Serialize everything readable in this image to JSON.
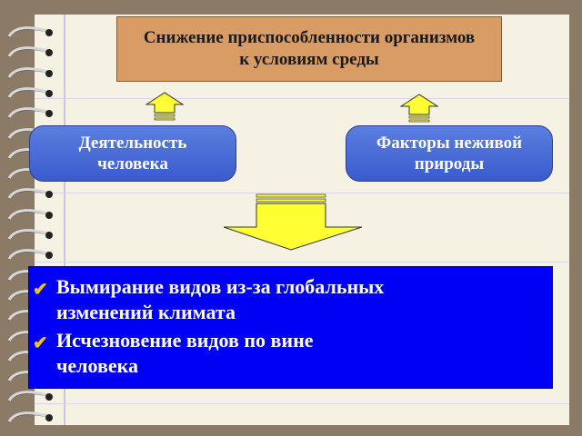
{
  "top_box": {
    "line1": "Снижение приспособленности организмов",
    "line2": "к условиям среды"
  },
  "left_box": {
    "line1": "Деятельность",
    "line2": "человека"
  },
  "right_box": {
    "line1": "Факторы неживой",
    "line2": "природы"
  },
  "results": [
    {
      "line1": "Вымирание видов из-за глобальных",
      "line2": "изменений климата"
    },
    {
      "line1": "Исчезновение видов по вине",
      "line2": "человека"
    }
  ],
  "colors": {
    "top_box": "#d89c64",
    "factor_box": "#4a6fd8",
    "result_box": "#0000f5",
    "arrows": "#ffff33",
    "checkmark": "#f0c020"
  },
  "icons": {
    "bullet": "checkmark-icon",
    "binding": "spiral-coil-icon"
  }
}
